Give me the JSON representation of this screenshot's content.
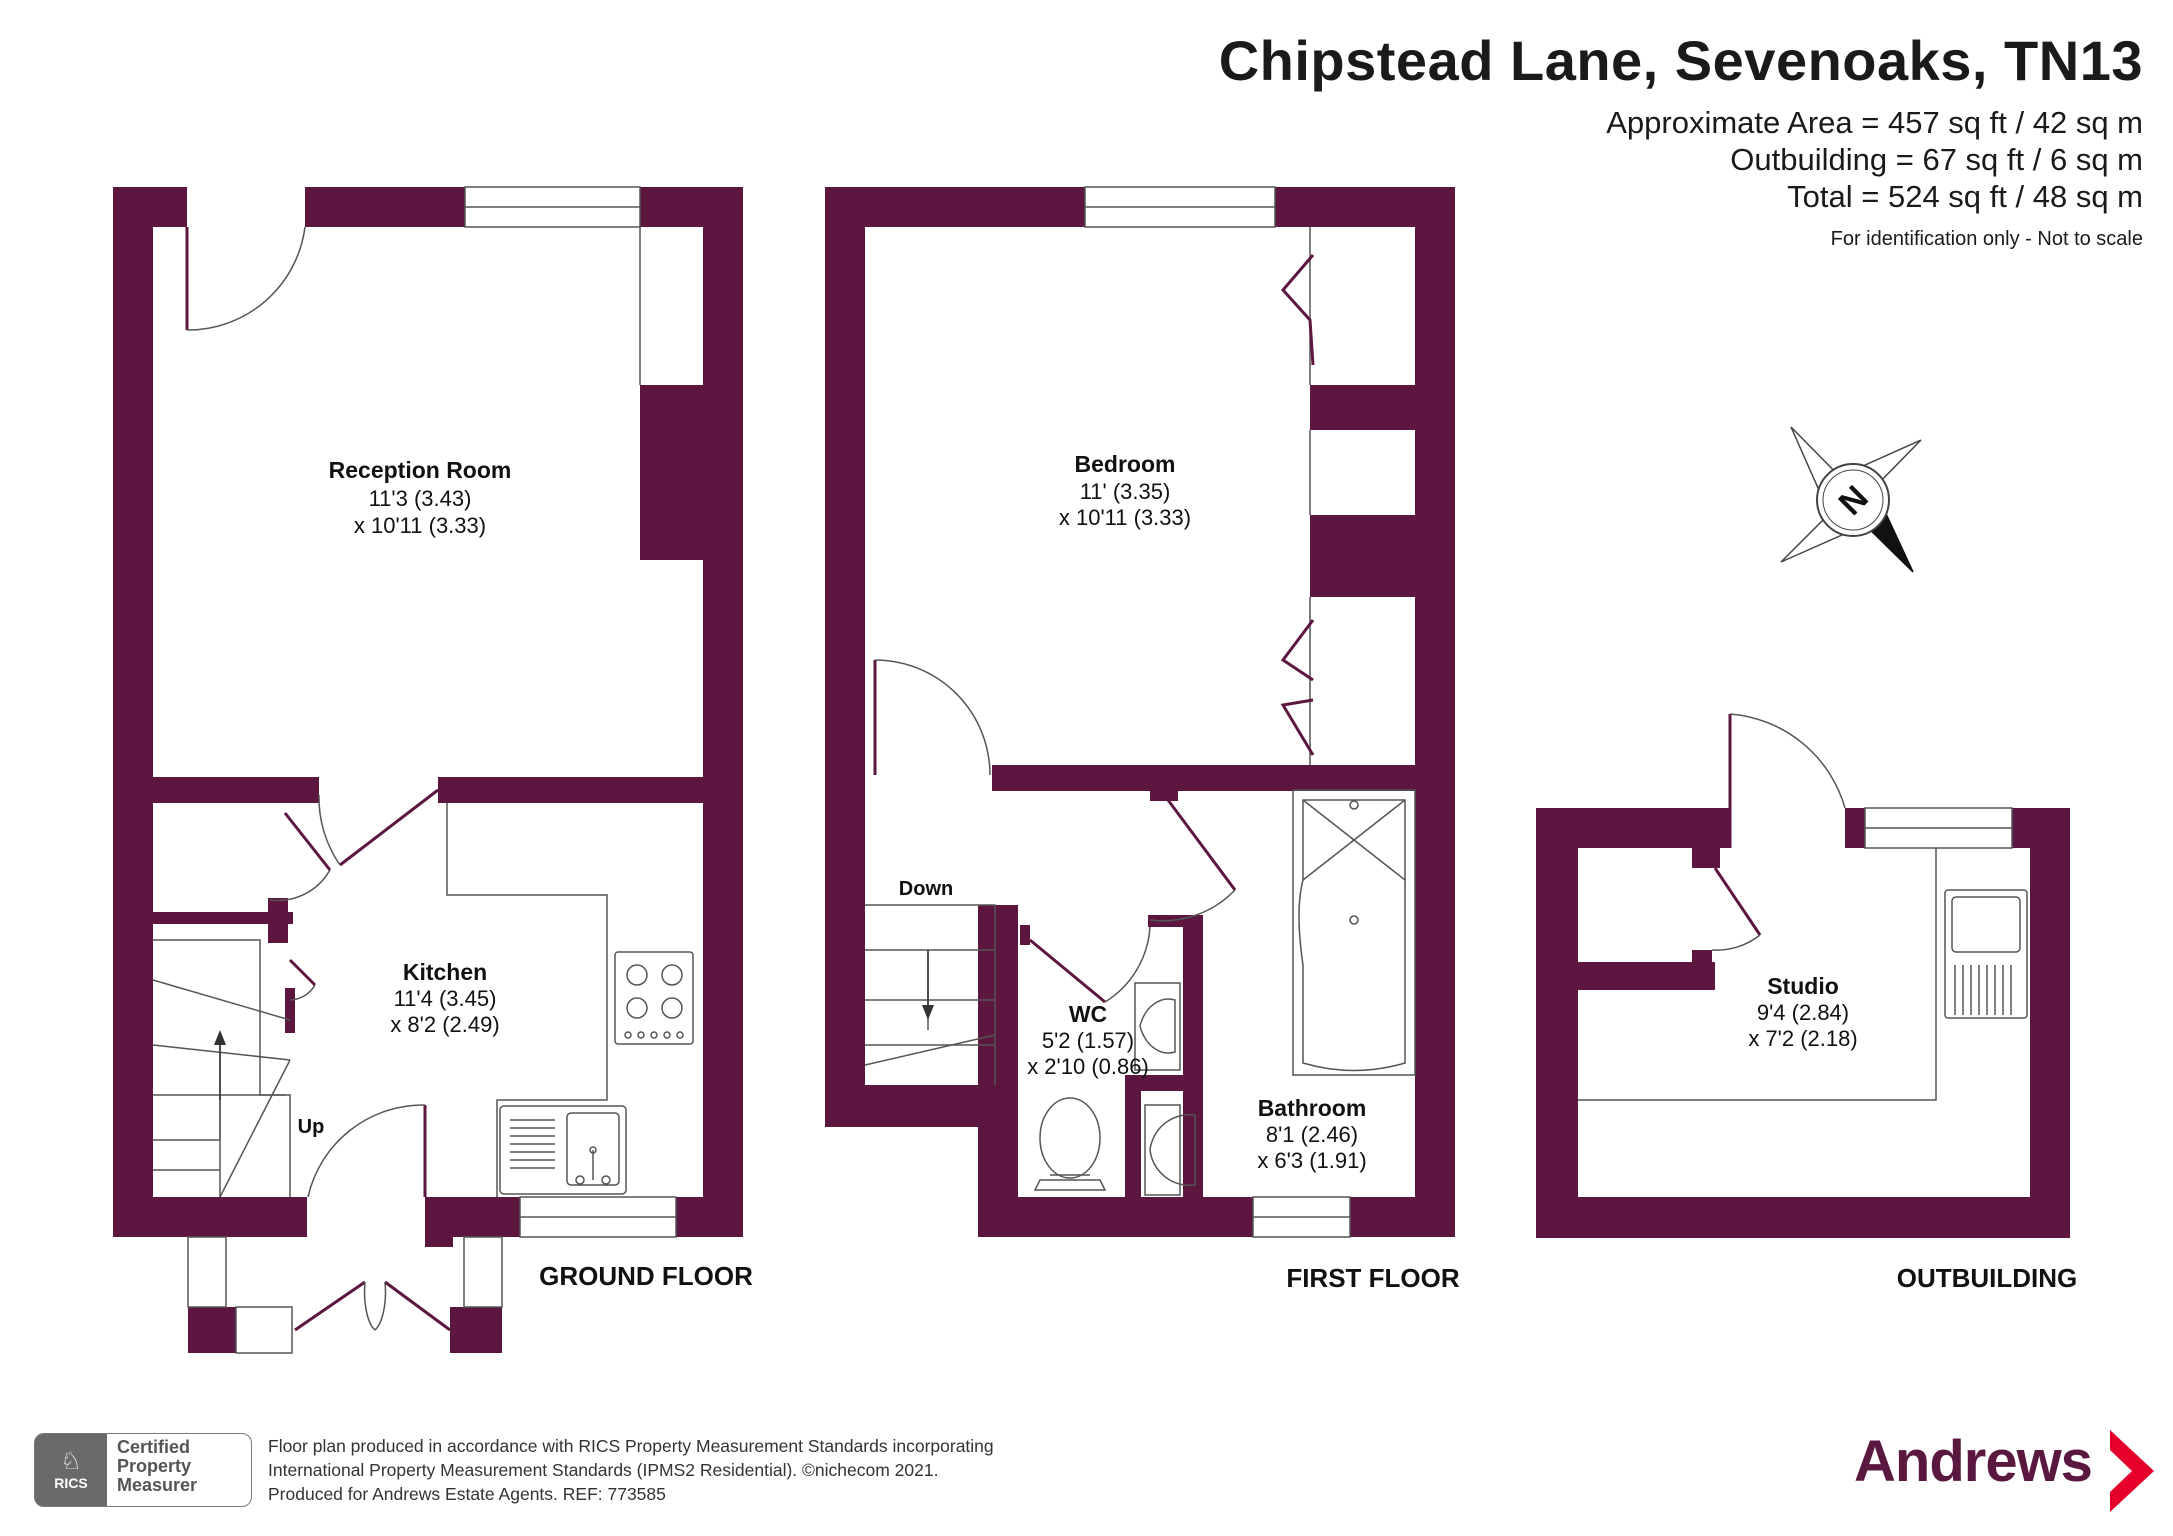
{
  "header": {
    "title": "Chipstead Lane, Sevenoaks, TN13",
    "areas": [
      "Approximate Area = 457 sq ft / 42 sq m",
      "Outbuilding = 67 sq ft / 6 sq m",
      "Total = 524 sq ft / 48 sq m"
    ],
    "disclaimer": "For identification only - Not to scale"
  },
  "rooms": {
    "reception": {
      "name": "Reception Room",
      "dim1": "11'3 (3.43)",
      "dim2": "x 10'11 (3.33)"
    },
    "kitchen": {
      "name": "Kitchen",
      "dim1": "11'4 (3.45)",
      "dim2": "x 8'2 (2.49)"
    },
    "bedroom": {
      "name": "Bedroom",
      "dim1": "11' (3.35)",
      "dim2": "x 10'11 (3.33)"
    },
    "wc": {
      "name": "WC",
      "dim1": "5'2 (1.57)",
      "dim2": "x 2'10 (0.86)"
    },
    "bathroom": {
      "name": "Bathroom",
      "dim1": "8'1 (2.46)",
      "dim2": "x 6'3 (1.91)"
    },
    "studio": {
      "name": "Studio",
      "dim1": "9'4 (2.84)",
      "dim2": "x 7'2 (2.18)"
    }
  },
  "stairs": {
    "up": "Up",
    "down": "Down"
  },
  "floors": {
    "ground": "GROUND FLOOR",
    "first": "FIRST FLOOR",
    "outbuilding": "OUTBUILDING"
  },
  "compass": {
    "letter": "N"
  },
  "footer": {
    "line1": "Floor plan produced in accordance with RICS Property Measurement Standards incorporating",
    "line2": "International Property Measurement Standards (IPMS2 Residential).   ©nichecom 2021.",
    "line3": "Produced for Andrews Estate Agents.   REF:    773585",
    "rics_word": "RICS",
    "rics_badge": [
      "Certified",
      "Property",
      "Measurer"
    ],
    "brand": "Andrews"
  },
  "colors": {
    "wall": "#5c1640",
    "brand": "#5a1840",
    "brand_arrow": "#e4002b",
    "text": "#1a1a1a"
  }
}
